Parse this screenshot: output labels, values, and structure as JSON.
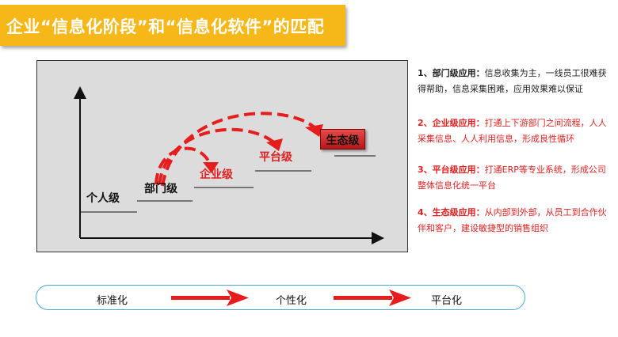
{
  "title": "企业“信息化阶段”和“信息化软件”的匹配",
  "levels": {
    "personal": "个人级",
    "department": "部门级",
    "enterprise": "企业级",
    "platform": "平台级",
    "ecosystem": "生态级"
  },
  "descriptions": [
    {
      "title": "1、部门级应用：",
      "text": "信息收集为主，一线员工很难获得帮助，信息采集困难，应用效果难以保证"
    },
    {
      "title": "2、企业级应用：",
      "text": "打通上下游部门之间流程，人人采集信息、人人利用信息，形成良性循环"
    },
    {
      "title": "3、平台级应用：",
      "text": "打通ERP等专业系统，形成公司整体信息化统一平台"
    },
    {
      "title": "4、生态级应用：",
      "text": "从内部到外部，从员工到合作伙伴和客户，建设敏捷型的销售组织"
    }
  ],
  "flow": [
    "标准化",
    "个性化",
    "平台化"
  ],
  "colors": {
    "title_bg": "#f6b818",
    "accent_red": "#e02020",
    "eco_box": "#cc2222",
    "flow_border": "#4aa8d8"
  }
}
